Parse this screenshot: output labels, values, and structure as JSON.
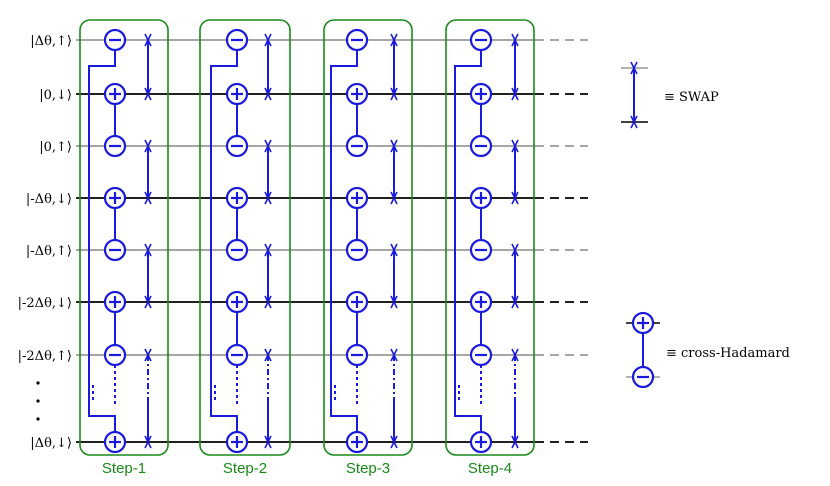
{
  "wires": [
    {
      "label": "|Δθ,↑⟩",
      "shade": "light"
    },
    {
      "label": "|0,↓⟩",
      "shade": "dark"
    },
    {
      "label": "|0,↑⟩",
      "shade": "light"
    },
    {
      "label": "|-Δθ,↓⟩",
      "shade": "dark"
    },
    {
      "label": "|-Δθ,↑⟩",
      "shade": "light"
    },
    {
      "label": "|-2Δθ,↓⟩",
      "shade": "dark"
    },
    {
      "label": "|-2Δθ,↑⟩",
      "shade": "light"
    },
    {
      "label": "|Δθ,↓⟩",
      "shade": "dark"
    }
  ],
  "steps": [
    "Step-1",
    "Step-2",
    "Step-3",
    "Step-4"
  ],
  "legend": {
    "swap": "≡ SWAP",
    "cross_hadamard": "≡ cross-Hadamard"
  },
  "colors": {
    "gate": "#1a1adc",
    "box": "#1a8a1a",
    "wire_dark": "#000000",
    "wire_light": "#999999",
    "step_text": "#1a8a1a"
  }
}
